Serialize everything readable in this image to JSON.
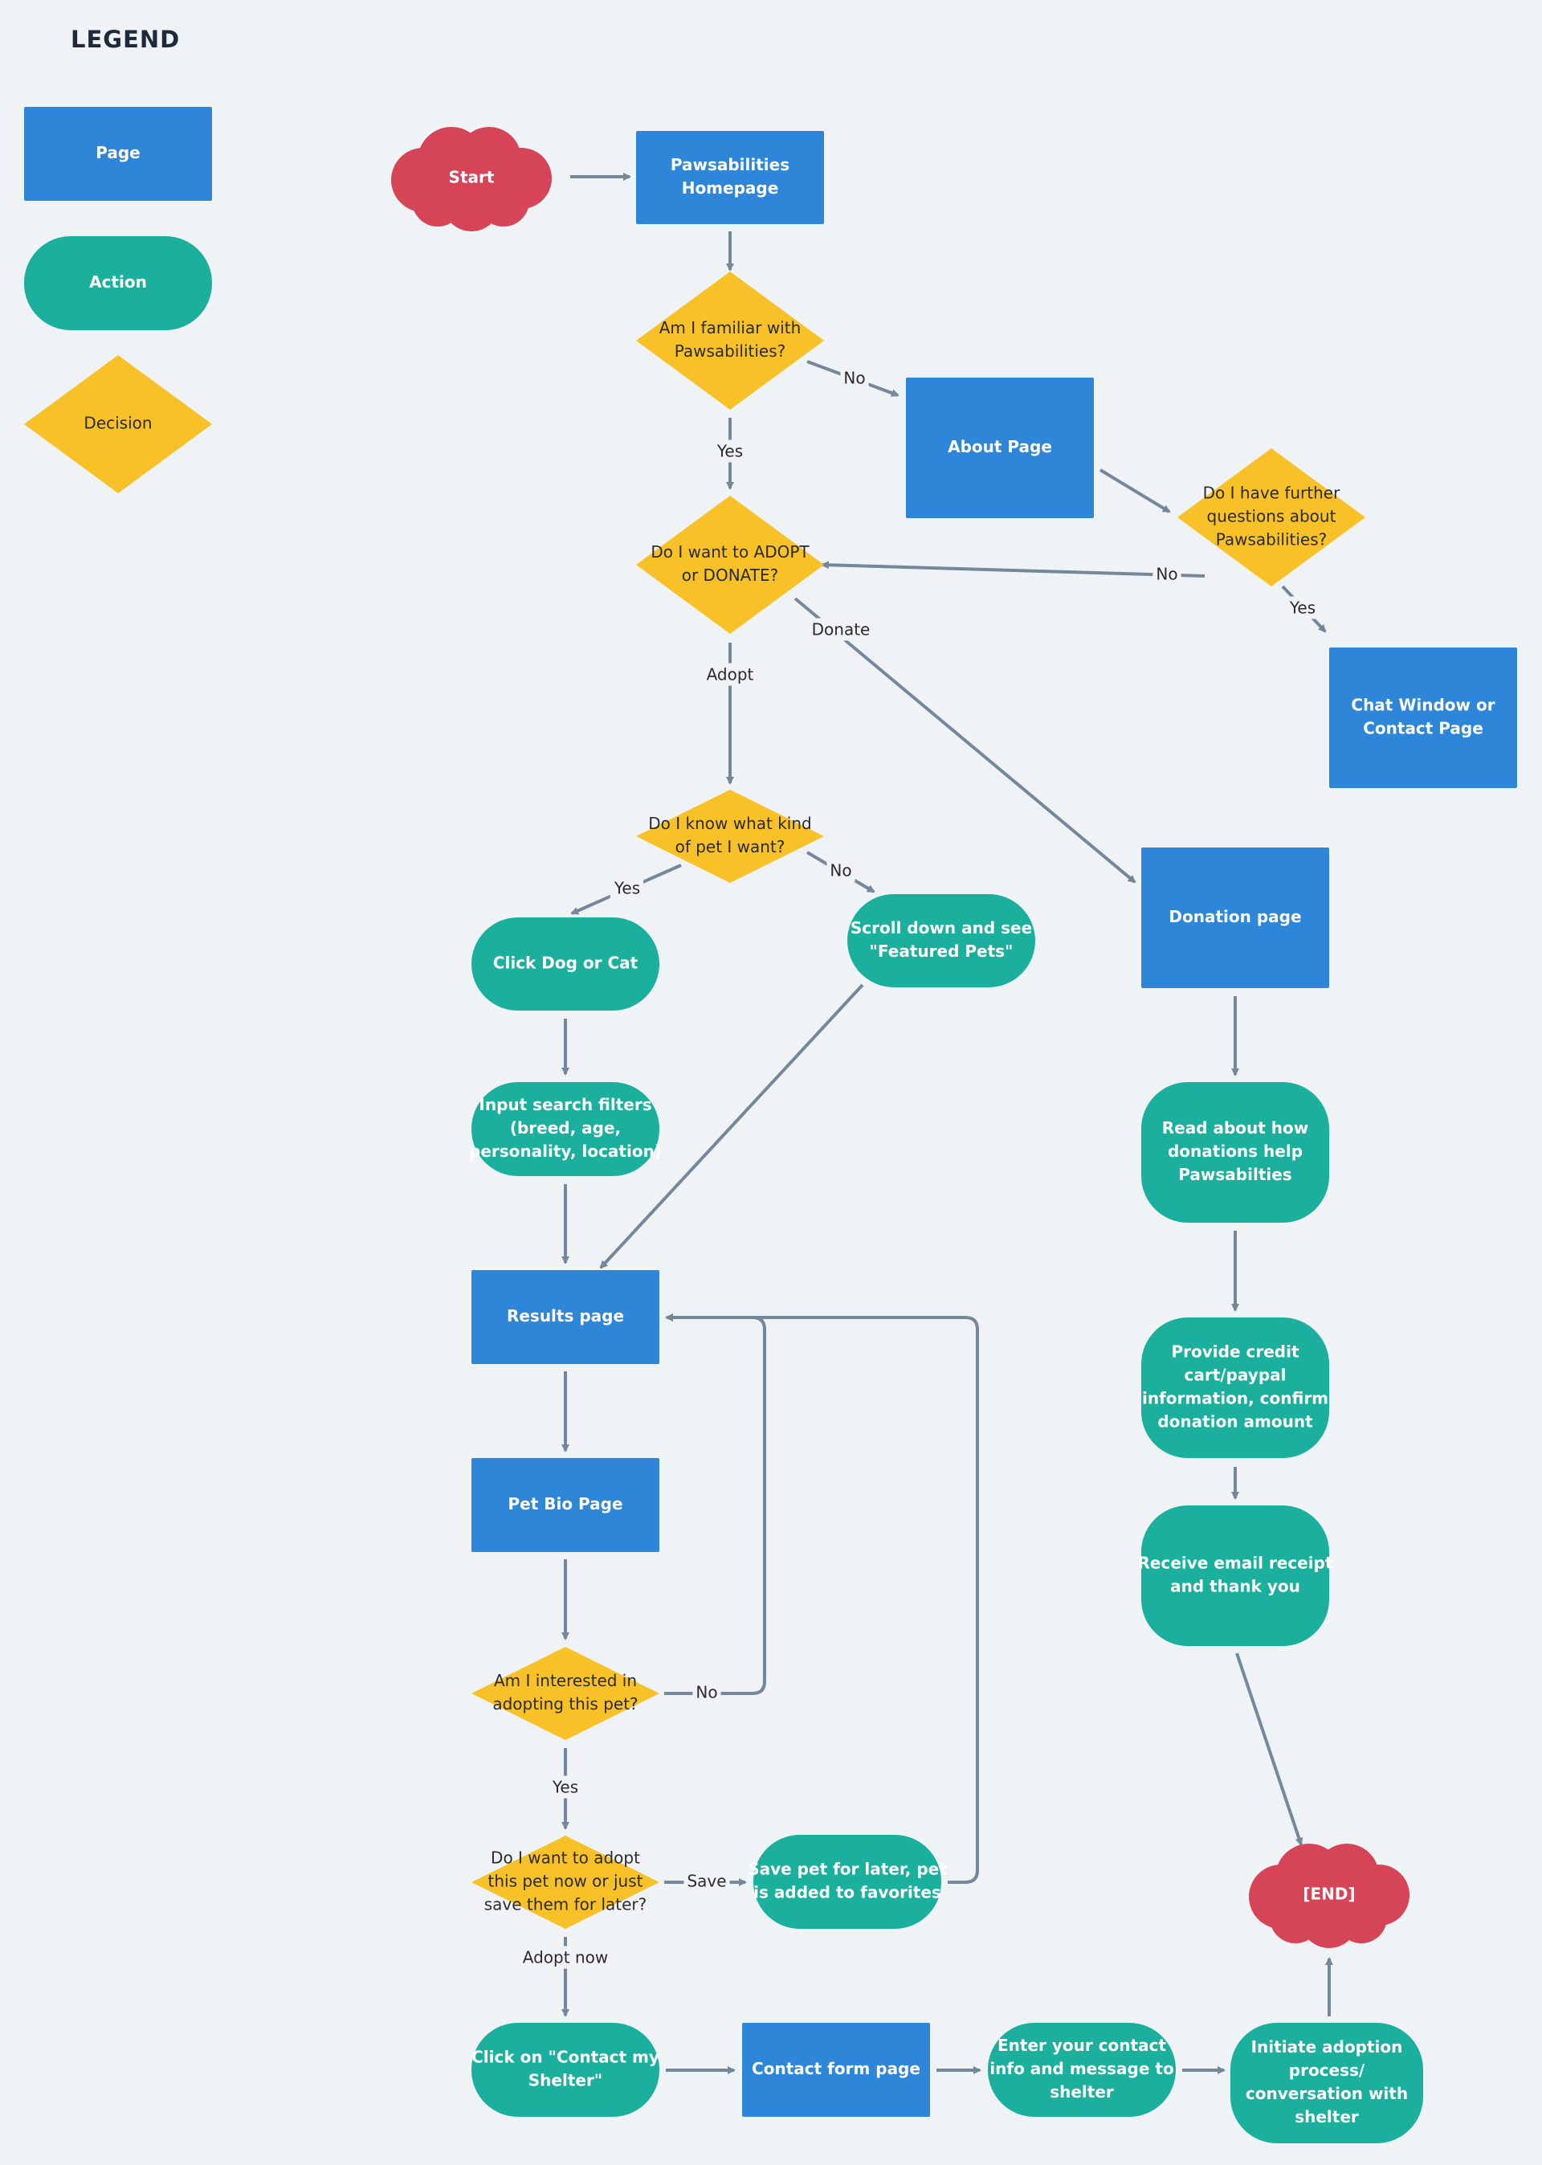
{
  "legend": {
    "title": "LEGEND",
    "page": "Page",
    "action": "Action",
    "decision": "Decision"
  },
  "colors": {
    "page": "#2e86d9",
    "action": "#1baf9d",
    "decision": "#f8c128",
    "terminal": "#d64557",
    "edge": "#75879a",
    "background": "#f0f3f6"
  },
  "nodes": {
    "start": "Start",
    "homepage": [
      "Pawsabilities",
      "Homepage"
    ],
    "familiar": [
      "Am I familiar with",
      "Pawsabilities?"
    ],
    "about": "About Page",
    "questions": [
      "Do I have further",
      "questions about",
      "Pawsabilities?"
    ],
    "chat": [
      "Chat Window or",
      "Contact Page"
    ],
    "adopt_donate": [
      "Do I want to ADOPT",
      "or DONATE?"
    ],
    "know_kind": [
      "Do I know what kind",
      "of pet I want?"
    ],
    "click_dog_cat": "Click Dog or Cat",
    "scroll_featured": [
      "Scroll down and see",
      "\"Featured Pets\""
    ],
    "donation_page": "Donation page",
    "input_filters": [
      "Input search filters",
      "(breed, age,",
      "personality, location)"
    ],
    "read_donations": [
      "Read about how",
      "donations help",
      "Pawsabilties"
    ],
    "results": "Results page",
    "provide_credit": [
      "Provide credit",
      "cart/paypal",
      "information, confirm",
      "donation amount"
    ],
    "pet_bio": "Pet Bio Page",
    "receipt": [
      "Receive email receipt",
      "and thank you"
    ],
    "interested": [
      "Am I interested in",
      "adopting this pet?"
    ],
    "adopt_now_or_save": [
      "Do I want to adopt",
      "this pet now or just",
      "save them for later?"
    ],
    "save_later": [
      "Save pet for later, pet",
      "is added to favorites"
    ],
    "end": "[END]",
    "click_contact": [
      "Click on \"Contact my",
      "Shelter\""
    ],
    "contact_form": "Contact form page",
    "enter_contact": [
      "Enter your contact",
      "info and message to",
      "shelter"
    ],
    "initiate": [
      "Initiate adoption",
      "process/",
      "conversation with",
      "shelter"
    ]
  },
  "edge_labels": {
    "no": "No",
    "yes": "Yes",
    "donate": "Donate",
    "adopt": "Adopt",
    "save": "Save",
    "adopt_now": "Adopt now"
  }
}
